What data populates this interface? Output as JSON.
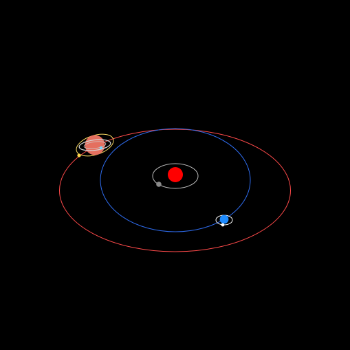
{
  "scene": {
    "background": "#000000",
    "sun": {
      "name": "sun",
      "color": "#ff0000"
    },
    "orbits": [
      {
        "name": "inner-orbit",
        "color": "#bdbdbd"
      },
      {
        "name": "blue-orbit",
        "color": "#2f6df0"
      },
      {
        "name": "red-orbit",
        "color": "#ff4a4a"
      }
    ],
    "bodies": [
      {
        "name": "grey-planet",
        "color": "#8b8b8b"
      },
      {
        "name": "blue-planet",
        "color": "#1f8cff"
      },
      {
        "name": "orange-planet",
        "color": "#e46f5f"
      }
    ],
    "moons": [
      {
        "name": "blue-planet-moon",
        "color": "#ffffff"
      },
      {
        "name": "orange-planet-moon",
        "color": "#ffd54a"
      },
      {
        "name": "orange-planet-small-moon",
        "color": "#78d7ff"
      }
    ],
    "moon_orbits": [
      {
        "name": "blue-planet-moon-orbit",
        "color": "#ffffff"
      },
      {
        "name": "orange-planet-moon-orbit",
        "color": "#ffe066"
      }
    ],
    "rings": [
      {
        "name": "orange-planet-ring",
        "color": "#d8d8d8"
      }
    ]
  }
}
